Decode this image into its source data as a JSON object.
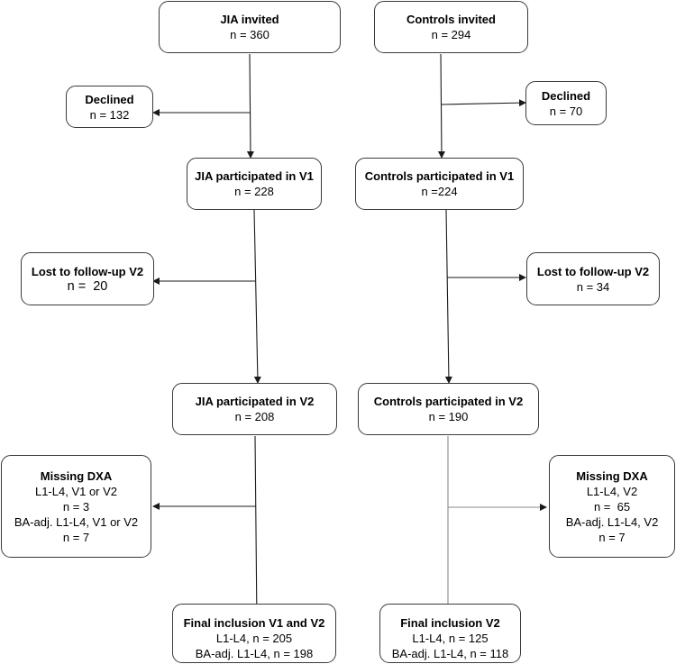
{
  "flowchart": {
    "jia_invited": {
      "title": "JIA invited",
      "lines": [
        "n = 360"
      ]
    },
    "controls_invited": {
      "title": "Controls invited",
      "lines": [
        "n = 294"
      ]
    },
    "jia_declined": {
      "title": "Declined",
      "lines": [
        "n = 132"
      ]
    },
    "controls_declined": {
      "title": "Declined",
      "lines": [
        "n = 70"
      ]
    },
    "jia_v1": {
      "title": "JIA participated in V1",
      "lines": [
        "n = 228"
      ]
    },
    "controls_v1": {
      "title": "Controls participated in V1",
      "lines": [
        "n =224"
      ]
    },
    "jia_lost": {
      "title": "Lost to follow-up V2",
      "lines": [
        "n =  20"
      ]
    },
    "controls_lost": {
      "title": "Lost to follow-up V2",
      "lines": [
        "n = 34"
      ]
    },
    "jia_v2": {
      "title": "JIA participated in V2",
      "lines": [
        "n = 208"
      ]
    },
    "controls_v2": {
      "title": "Controls participated in V2",
      "lines": [
        "n = 190"
      ]
    },
    "jia_missing": {
      "title": "Missing DXA",
      "lines": [
        "L1-L4, V1 or V2",
        "n = 3",
        "BA-adj. L1-L4, V1 or V2",
        "n = 7"
      ]
    },
    "controls_missing": {
      "title": "Missing DXA",
      "lines": [
        "L1-L4, V2",
        "n =  65",
        "BA-adj. L1-L4, V2",
        "n = 7"
      ]
    },
    "jia_final": {
      "title": "Final inclusion V1 and V2",
      "lines": [
        "L1-L4, n = 205",
        "BA-adj. L1-L4, n = 198"
      ]
    },
    "controls_final": {
      "title": "Final inclusion V2",
      "lines": [
        "L1-L4, n = 125",
        "BA-adj. L1-L4, n = 118"
      ]
    }
  },
  "colors": {
    "line": "#1a1a1a",
    "border": "#3a3a3a",
    "background": "#ffffff"
  }
}
